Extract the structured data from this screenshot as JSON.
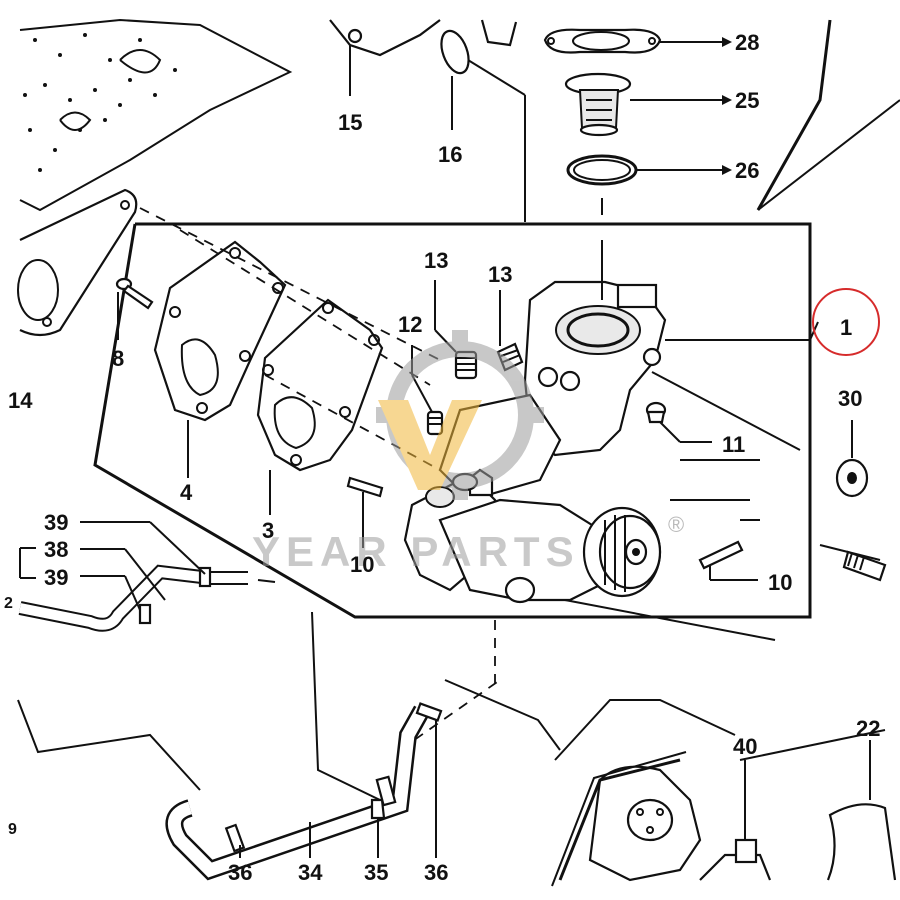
{
  "diagram": {
    "callouts": {
      "c28": "28",
      "c25": "25",
      "c26": "26",
      "c15": "15",
      "c16": "16",
      "c1": "1",
      "c13a": "13",
      "c13b": "13",
      "c12": "12",
      "c8": "8",
      "c14": "14",
      "c4": "4",
      "c3": "3",
      "c11": "11",
      "c30": "30",
      "c10a": "10",
      "c10b": "10",
      "c39a": "39",
      "c38": "38",
      "c39b": "39",
      "c36a": "36",
      "c34": "34",
      "c35": "35",
      "c36b": "36",
      "c40": "40",
      "c22": "22",
      "edge2": "2",
      "edge9": "9"
    },
    "highlight_color": "#d62b2b",
    "watermark": {
      "text": "YEAR PARTS",
      "reg": "®",
      "color": "#9c9c9c",
      "accent": "#f1b73a"
    }
  }
}
